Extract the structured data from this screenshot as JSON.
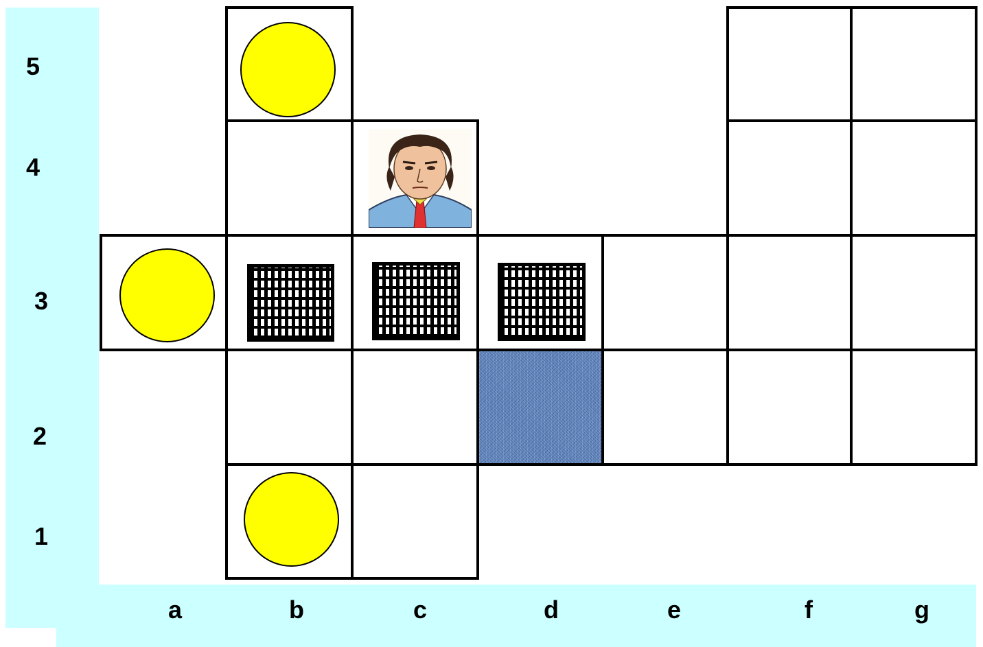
{
  "board": {
    "row_labels": [
      "5",
      "4",
      "3",
      "2",
      "1"
    ],
    "column_labels": [
      "a",
      "b",
      "c",
      "d",
      "e",
      "f",
      "g"
    ],
    "cells": [
      {
        "coord": "b5",
        "content": "coin"
      },
      {
        "coord": "f5",
        "content": "empty"
      },
      {
        "coord": "g5",
        "content": "empty"
      },
      {
        "coord": "b4",
        "content": "empty"
      },
      {
        "coord": "c4",
        "content": "player"
      },
      {
        "coord": "f4",
        "content": "empty"
      },
      {
        "coord": "g4",
        "content": "empty"
      },
      {
        "coord": "a3",
        "content": "coin"
      },
      {
        "coord": "b3",
        "content": "crate"
      },
      {
        "coord": "c3",
        "content": "crate"
      },
      {
        "coord": "d3",
        "content": "crate"
      },
      {
        "coord": "e3",
        "content": "empty"
      },
      {
        "coord": "f3",
        "content": "empty"
      },
      {
        "coord": "g3",
        "content": "empty"
      },
      {
        "coord": "b2",
        "content": "empty"
      },
      {
        "coord": "c2",
        "content": "empty"
      },
      {
        "coord": "d2",
        "content": "water"
      },
      {
        "coord": "e2",
        "content": "empty"
      },
      {
        "coord": "f2",
        "content": "empty"
      },
      {
        "coord": "g2",
        "content": "empty"
      },
      {
        "coord": "b1",
        "content": "coin"
      },
      {
        "coord": "c1",
        "content": "empty"
      }
    ]
  },
  "colors": {
    "label_panel": "#ccffff",
    "coin": "#ffff00",
    "water": "#5a7fb8",
    "grid_line": "#000000"
  },
  "icons": {
    "coin": "coin-icon",
    "crate": "crate-icon",
    "water": "water-tile",
    "player": "player-portrait"
  }
}
